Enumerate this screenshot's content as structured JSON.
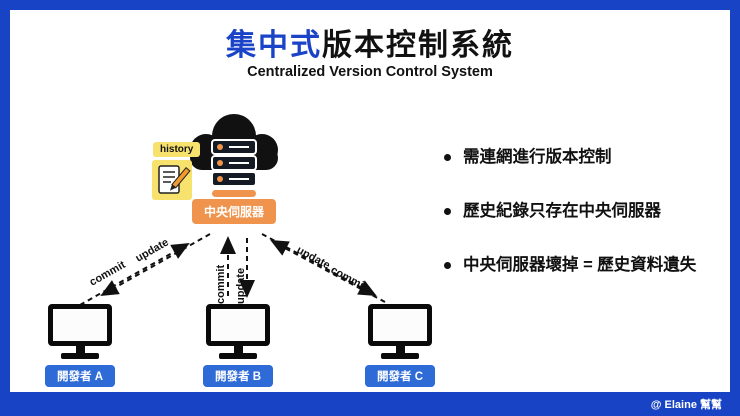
{
  "title": {
    "highlight": "集中式",
    "rest": "版本控制系統"
  },
  "subtitle": "Centralized Version Control System",
  "server": {
    "badge": "中央伺服器",
    "history_tag": "history"
  },
  "arrows": {
    "commit": "commit",
    "update": "update"
  },
  "bullets": [
    "需連網進行版本控制",
    "歷史紀錄只存在中央伺服器",
    "中央伺服器壞掉 = 歷史資料遺失"
  ],
  "developers": [
    {
      "label": "開發者 A"
    },
    {
      "label": "開發者 B"
    },
    {
      "label": "開發者 C"
    }
  ],
  "credit": "@ Elaine 幫幫",
  "colors": {
    "frame_blue": "#1843c4",
    "title_blue": "#1a43c8",
    "server_badge_orange": "#f0944d",
    "dev_badge_blue": "#2f6bd7",
    "note_yellow": "#f8e26e",
    "arrow_black": "#111111"
  }
}
